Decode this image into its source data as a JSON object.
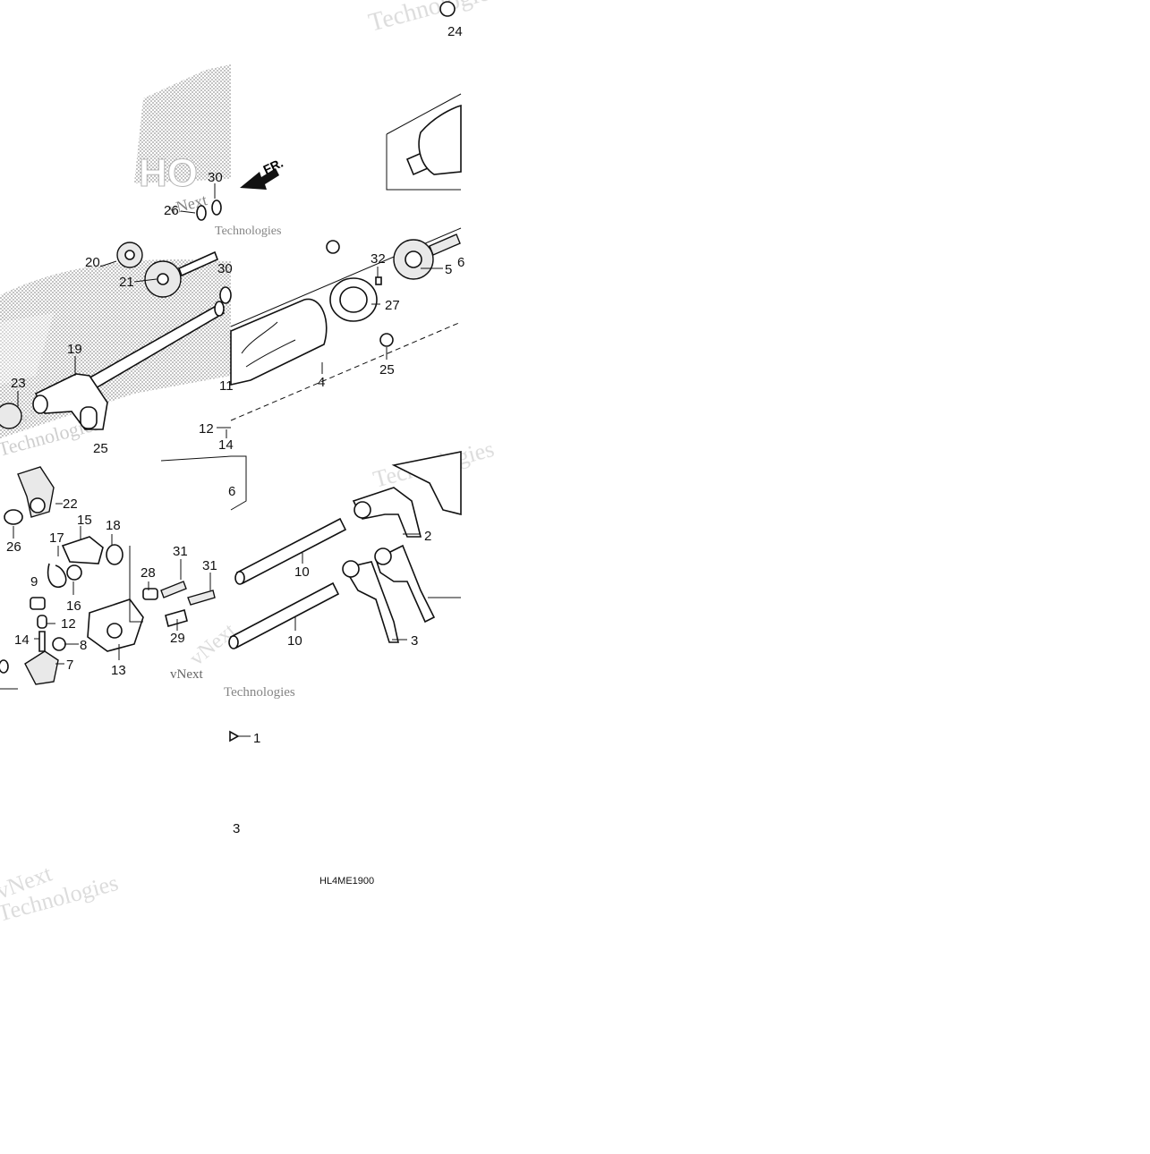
{
  "diagram": {
    "code": "HL4ME1900",
    "direction_label": "FR.",
    "watermark_lines": [
      "vNext",
      "Technologies"
    ],
    "callouts": {
      "c1": "1",
      "c2": "2",
      "c3": "3",
      "c4": "4",
      "c5": "5",
      "c6": "6",
      "c7": "7",
      "c8": "8",
      "c9": "9",
      "c10a": "10",
      "c10b": "10",
      "c11": "11",
      "c12a": "12",
      "c12b": "12",
      "c13": "13",
      "c14a": "14",
      "c14b": "14",
      "c15": "15",
      "c16": "16",
      "c17": "17",
      "c18": "18",
      "c19": "19",
      "c20": "20",
      "c21": "21",
      "c22": "22",
      "c23": "23",
      "c24": "24",
      "c25a": "25",
      "c25b": "25",
      "c26a": "26",
      "c26b": "26",
      "c27": "27",
      "c28": "28",
      "c29": "29",
      "c30a": "30",
      "c30b": "30",
      "c31a": "31",
      "c31b": "31",
      "c32": "32"
    }
  }
}
